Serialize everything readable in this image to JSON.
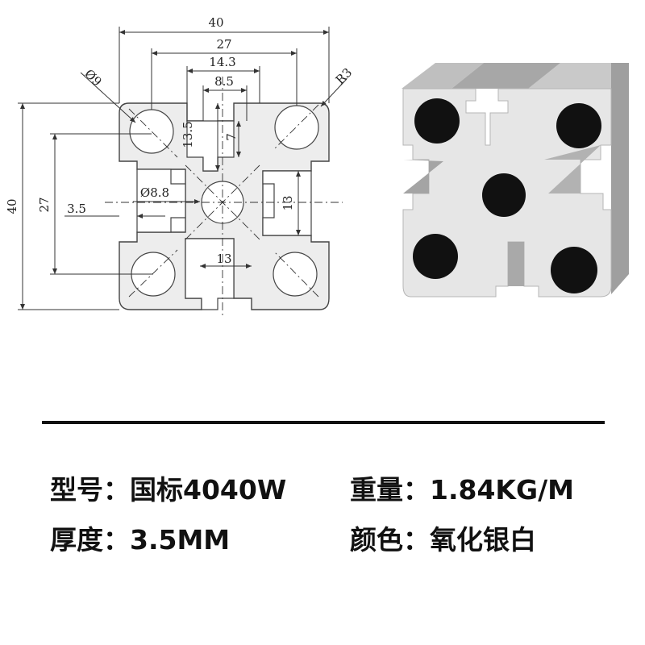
{
  "drawing": {
    "dims": {
      "outer_width": "40",
      "slot_span": "27",
      "slot_opening": "14.3",
      "slot_neck": "8.5",
      "hole_dia": "Ø9",
      "radius": "R3",
      "height": "40",
      "height_inner": "27",
      "depth_13_5": "13.5",
      "depth_7": "7",
      "center_hole": "Ø8.8",
      "wall": "3.5",
      "right_slot": "13",
      "bottom_slot": "13"
    }
  },
  "specs": {
    "model_label": "型号：",
    "model_value": "国标4040W",
    "weight_label": "重量：",
    "weight_value": "1.84KG/M",
    "thickness_label": "厚度：",
    "thickness_value": "3.5MM",
    "color_label": "颜色：",
    "color_value": "氧化银白"
  },
  "colors": {
    "profile_fill": "#ededed",
    "profile_stroke": "#444444",
    "dim_line": "#333333",
    "photo_silver": "#d9d9d9",
    "hole_black": "#111111"
  }
}
